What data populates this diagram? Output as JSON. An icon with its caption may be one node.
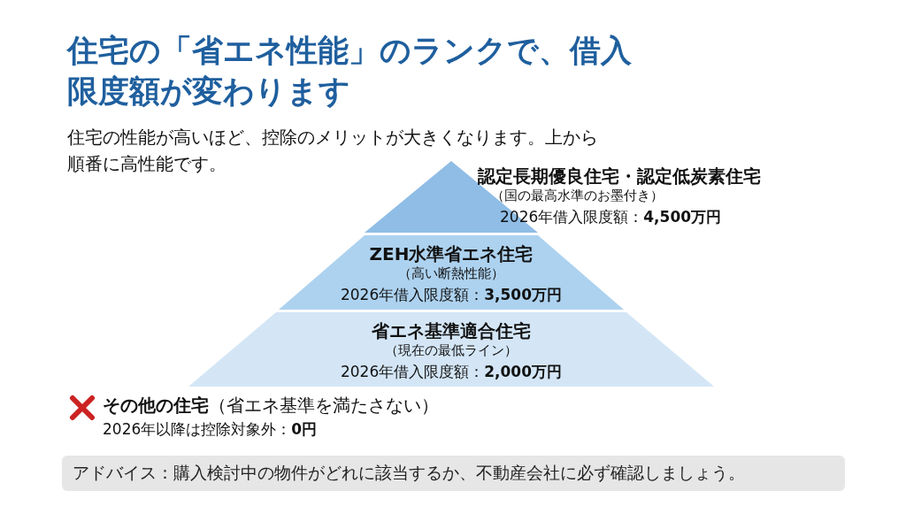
{
  "diagram": {
    "title": "住宅の「省エネ性能」のランクで、借入限度額が変わります",
    "nodes": [
      {
        "text": [
          "認定長期優良住宅・認定低炭素住宅",
          "（国の最高水準のお墨付き）",
          "2026年借入限度額：**4,500万円**"
        ]
      },
      {
        "text": [
          "ZEH水準省エネ住宅",
          "（高い断熱性能）",
          "2026年借入限度額：**3,500万円**"
        ]
      },
      {
        "text": [
          "省エネ基準適合住宅",
          "（現在の最低ライン）",
          "2026年借入限度額：**2,000万円**"
        ]
      },
      {
        "text": [
          "アドバイス：購入検討中の物件がどれに該当するか、不動産会社に必ず確認しましょう。"
        ]
      }
    ],
    "labels": [
      "住宅の性能が高いほど、控除のメリットが大きくなります。上から順番に高性能です。",
      "**その他の住宅**（省エネ基準を満たさない）",
      "2026年以降は控除対象外：**0円**"
    ]
  }
}
